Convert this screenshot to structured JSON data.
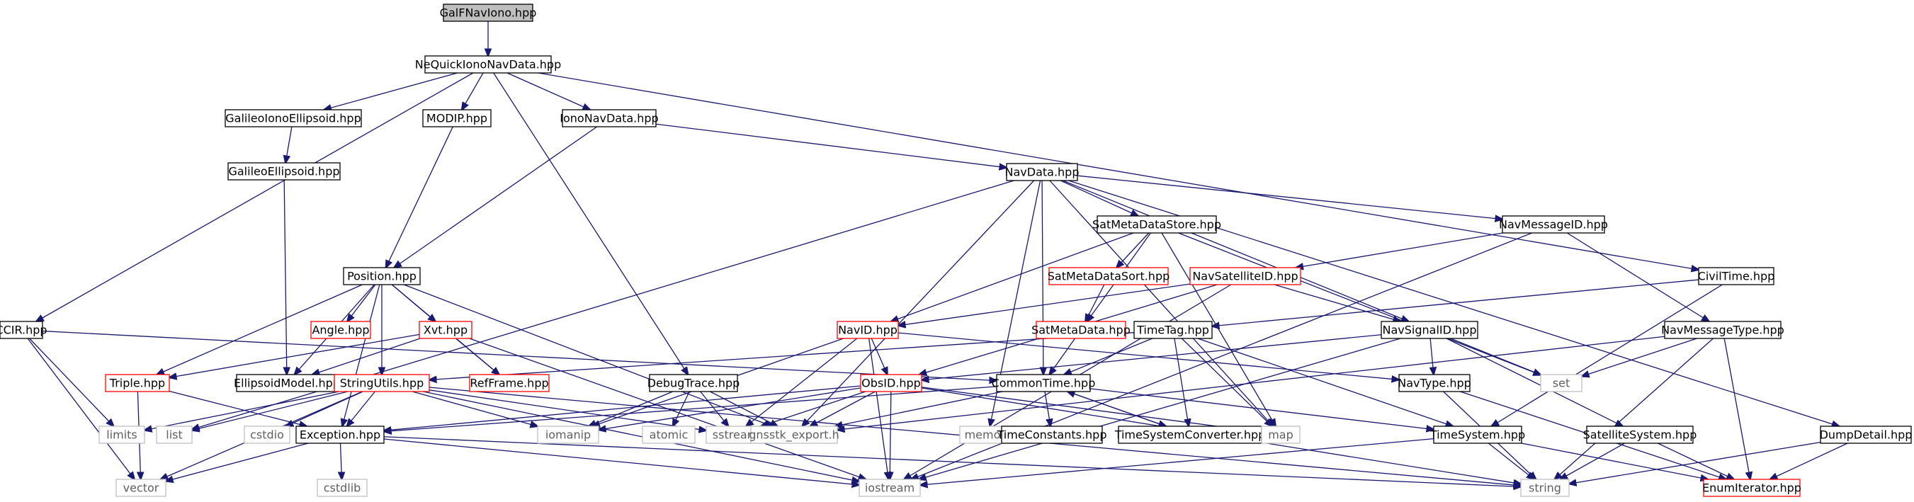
{
  "title": "GalFNavIono.hpp",
  "colors": {
    "edge": "#191970",
    "node_border": "#000000",
    "node_border_missing": "#ff0000",
    "node_border_system": "#bfbfbf",
    "node_fill_focus": "#bfbfbf",
    "text": "#000000",
    "text_system": "#5f5f5f"
  },
  "nodes": [
    {
      "id": "galfnaviono",
      "label": "GalFNavIono.hpp",
      "kind": "focus"
    },
    {
      "id": "nequickiono",
      "label": "NeQuickIonoNavData.hpp",
      "kind": "normal"
    },
    {
      "id": "galileoionoellipsoid",
      "label": "GalileoIonoEllipsoid.hpp",
      "kind": "normal"
    },
    {
      "id": "modip",
      "label": "MODIP.hpp",
      "kind": "normal"
    },
    {
      "id": "iononavdata",
      "label": "IonoNavData.hpp",
      "kind": "normal"
    },
    {
      "id": "galileoellipsoid",
      "label": "GalileoEllipsoid.hpp",
      "kind": "normal"
    },
    {
      "id": "navdata",
      "label": "NavData.hpp",
      "kind": "normal"
    },
    {
      "id": "satmetadatastore",
      "label": "SatMetaDataStore.hpp",
      "kind": "normal"
    },
    {
      "id": "navmessageid",
      "label": "NavMessageID.hpp",
      "kind": "normal"
    },
    {
      "id": "civiltime",
      "label": "CivilTime.hpp",
      "kind": "normal"
    },
    {
      "id": "satmetadatasort",
      "label": "SatMetaDataSort.hpp",
      "kind": "missing"
    },
    {
      "id": "navsatelliteid",
      "label": "NavSatelliteID.hpp",
      "kind": "missing"
    },
    {
      "id": "position",
      "label": "Position.hpp",
      "kind": "normal"
    },
    {
      "id": "ccir",
      "label": "CCIR.hpp",
      "kind": "normal"
    },
    {
      "id": "angle",
      "label": "Angle.hpp",
      "kind": "missing"
    },
    {
      "id": "xvt",
      "label": "Xvt.hpp",
      "kind": "missing"
    },
    {
      "id": "navid",
      "label": "NavID.hpp",
      "kind": "missing"
    },
    {
      "id": "satmetadata",
      "label": "SatMetaData.hpp",
      "kind": "missing"
    },
    {
      "id": "timetag",
      "label": "TimeTag.hpp",
      "kind": "normal"
    },
    {
      "id": "navsignalid",
      "label": "NavSignalID.hpp",
      "kind": "normal"
    },
    {
      "id": "navmessagetype",
      "label": "NavMessageType.hpp",
      "kind": "normal"
    },
    {
      "id": "triple",
      "label": "Triple.hpp",
      "kind": "missing"
    },
    {
      "id": "ellipsoidmodel",
      "label": "EllipsoidModel.hpp",
      "kind": "normal"
    },
    {
      "id": "stringutils",
      "label": "StringUtils.hpp",
      "kind": "missing"
    },
    {
      "id": "refframe",
      "label": "RefFrame.hpp",
      "kind": "missing"
    },
    {
      "id": "debugtrace",
      "label": "DebugTrace.hpp",
      "kind": "normal"
    },
    {
      "id": "obsid",
      "label": "ObsID.hpp",
      "kind": "missing"
    },
    {
      "id": "commontime",
      "label": "CommonTime.hpp",
      "kind": "normal"
    },
    {
      "id": "navtype",
      "label": "NavType.hpp",
      "kind": "normal"
    },
    {
      "id": "set",
      "label": "set",
      "kind": "system"
    },
    {
      "id": "limits",
      "label": "limits",
      "kind": "system"
    },
    {
      "id": "list",
      "label": "list",
      "kind": "system"
    },
    {
      "id": "cstdio",
      "label": "cstdio",
      "kind": "system"
    },
    {
      "id": "exception",
      "label": "Exception.hpp",
      "kind": "normal"
    },
    {
      "id": "iomanip",
      "label": "iomanip",
      "kind": "system"
    },
    {
      "id": "atomic",
      "label": "atomic",
      "kind": "system"
    },
    {
      "id": "sstream",
      "label": "sstream",
      "kind": "system"
    },
    {
      "id": "gnsstkexport",
      "label": "gnsstk_export.h",
      "kind": "system"
    },
    {
      "id": "memory",
      "label": "memory",
      "kind": "system"
    },
    {
      "id": "timeconstants",
      "label": "TimeConstants.hpp",
      "kind": "normal"
    },
    {
      "id": "timesystemconverter",
      "label": "TimeSystemConverter.hpp",
      "kind": "normal"
    },
    {
      "id": "map",
      "label": "map",
      "kind": "system"
    },
    {
      "id": "timesystem",
      "label": "TimeSystem.hpp",
      "kind": "normal"
    },
    {
      "id": "satellitesystem",
      "label": "SatelliteSystem.hpp",
      "kind": "normal"
    },
    {
      "id": "dumpdetail",
      "label": "DumpDetail.hpp",
      "kind": "normal"
    },
    {
      "id": "vector",
      "label": "vector",
      "kind": "system"
    },
    {
      "id": "cstdlib",
      "label": "cstdlib",
      "kind": "system"
    },
    {
      "id": "iostream",
      "label": "iostream",
      "kind": "system"
    },
    {
      "id": "string",
      "label": "string",
      "kind": "system"
    },
    {
      "id": "enumiterator",
      "label": "EnumIterator.hpp",
      "kind": "missing"
    }
  ],
  "edges": [
    [
      "galfnaviono",
      "nequickiono"
    ],
    [
      "nequickiono",
      "ccir"
    ],
    [
      "nequickiono",
      "galileoionoellipsoid"
    ],
    [
      "nequickiono",
      "modip"
    ],
    [
      "nequickiono",
      "iononavdata"
    ],
    [
      "nequickiono",
      "debugtrace"
    ],
    [
      "nequickiono",
      "civiltime"
    ],
    [
      "galileoionoellipsoid",
      "galileoellipsoid"
    ],
    [
      "galileoellipsoid",
      "ellipsoidmodel"
    ],
    [
      "modip",
      "position"
    ],
    [
      "iononavdata",
      "position"
    ],
    [
      "iononavdata",
      "navdata"
    ],
    [
      "navdata",
      "satmetadatastore"
    ],
    [
      "navdata",
      "navmessageid"
    ],
    [
      "navdata",
      "dumpdetail"
    ],
    [
      "navdata",
      "list"
    ],
    [
      "navdata",
      "commontime"
    ],
    [
      "navdata",
      "gnsstkexport"
    ],
    [
      "navdata",
      "memory"
    ],
    [
      "navdata",
      "map"
    ],
    [
      "navdata",
      "navsignalid"
    ],
    [
      "satmetadatastore",
      "satmetadatasort"
    ],
    [
      "satmetadatastore",
      "satmetadata"
    ],
    [
      "satmetadatastore",
      "navid"
    ],
    [
      "satmetadatastore",
      "set"
    ],
    [
      "satmetadatastore",
      "map"
    ],
    [
      "navmessageid",
      "navsatelliteid"
    ],
    [
      "navmessageid",
      "navmessagetype"
    ],
    [
      "navmessageid",
      "iostream"
    ],
    [
      "civiltime",
      "timetag"
    ],
    [
      "civiltime",
      "timesystem"
    ],
    [
      "satmetadatasort",
      "satmetadata"
    ],
    [
      "navsatelliteid",
      "navsignalid"
    ],
    [
      "navsatelliteid",
      "navid"
    ],
    [
      "navsatelliteid",
      "obsid"
    ],
    [
      "navsatelliteid",
      "iostream"
    ],
    [
      "position",
      "triple"
    ],
    [
      "position",
      "ellipsoidmodel"
    ],
    [
      "position",
      "angle"
    ],
    [
      "position",
      "xvt"
    ],
    [
      "position",
      "refframe"
    ],
    [
      "position",
      "stringutils"
    ],
    [
      "position",
      "exception"
    ],
    [
      "position",
      "gnsstkexport"
    ],
    [
      "ccir",
      "commontime"
    ],
    [
      "ccir",
      "limits"
    ],
    [
      "ccir",
      "vector"
    ],
    [
      "xvt",
      "triple"
    ],
    [
      "xvt",
      "ellipsoidmodel"
    ],
    [
      "xvt",
      "refframe"
    ],
    [
      "xvt",
      "iostream"
    ],
    [
      "navid",
      "navtype"
    ],
    [
      "navid",
      "obsid"
    ],
    [
      "navid",
      "sstream"
    ],
    [
      "navid",
      "iomanip"
    ],
    [
      "navid",
      "iostream"
    ],
    [
      "satmetadata",
      "commontime"
    ],
    [
      "timetag",
      "stringutils"
    ],
    [
      "timetag",
      "commontime"
    ],
    [
      "timetag",
      "timesystemconverter"
    ],
    [
      "timetag",
      "map"
    ],
    [
      "timetag",
      "timesystem"
    ],
    [
      "navsignalid",
      "obsid"
    ],
    [
      "navsignalid",
      "navtype"
    ],
    [
      "navsignalid",
      "set"
    ],
    [
      "navsignalid",
      "satellitesystem"
    ],
    [
      "navsignalid",
      "iostream"
    ],
    [
      "navmessagetype",
      "set"
    ],
    [
      "navmessagetype",
      "gnsstkexport"
    ],
    [
      "navmessagetype",
      "enumiterator"
    ],
    [
      "navmessagetype",
      "string"
    ],
    [
      "triple",
      "exception"
    ],
    [
      "triple",
      "vector"
    ],
    [
      "stringutils",
      "exception"
    ],
    [
      "stringutils",
      "list"
    ],
    [
      "stringutils",
      "limits"
    ],
    [
      "stringutils",
      "cstdio"
    ],
    [
      "stringutils",
      "iomanip"
    ],
    [
      "stringutils",
      "sstream"
    ],
    [
      "stringutils",
      "vector"
    ],
    [
      "stringutils",
      "iostream"
    ],
    [
      "stringutils",
      "string"
    ],
    [
      "debugtrace",
      "iomanip"
    ],
    [
      "debugtrace",
      "atomic"
    ],
    [
      "debugtrace",
      "sstream"
    ],
    [
      "debugtrace",
      "gnsstkexport"
    ],
    [
      "obsid",
      "exception"
    ],
    [
      "obsid",
      "iomanip"
    ],
    [
      "obsid",
      "sstream"
    ],
    [
      "obsid",
      "gnsstkexport"
    ],
    [
      "obsid",
      "map"
    ],
    [
      "obsid",
      "iostream"
    ],
    [
      "obsid",
      "string"
    ],
    [
      "commontime",
      "exception"
    ],
    [
      "commontime",
      "timeconstants"
    ],
    [
      "commontime",
      "timesystemconverter"
    ],
    [
      "commontime",
      "timesystem"
    ],
    [
      "commontime",
      "gnsstkexport"
    ],
    [
      "timesystemconverter",
      "commontime"
    ],
    [
      "navtype",
      "string"
    ],
    [
      "navtype",
      "enumiterator"
    ],
    [
      "exception",
      "vector"
    ],
    [
      "exception",
      "cstdlib"
    ],
    [
      "exception",
      "iostream"
    ],
    [
      "exception",
      "string"
    ],
    [
      "timesystem",
      "iostream"
    ],
    [
      "timesystem",
      "string"
    ],
    [
      "timesystem",
      "enumiterator"
    ],
    [
      "satellitesystem",
      "string"
    ],
    [
      "satellitesystem",
      "enumiterator"
    ],
    [
      "dumpdetail",
      "string"
    ],
    [
      "dumpdetail",
      "enumiterator"
    ]
  ]
}
